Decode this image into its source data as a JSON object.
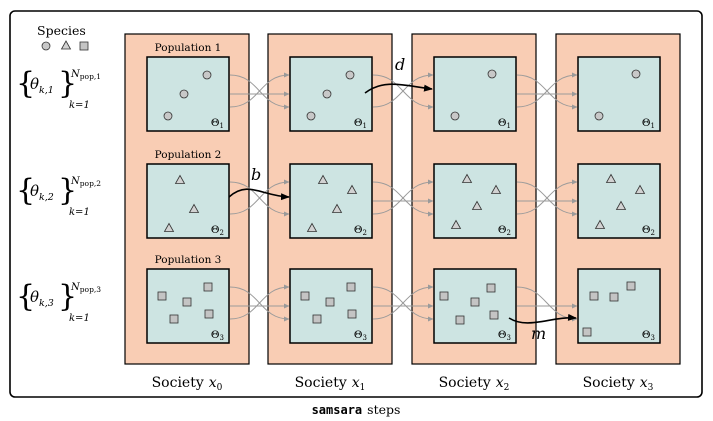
{
  "colors": {
    "society_fill": "#f9cdb4",
    "population_fill": "#cde4e2",
    "circle_fill": "#c8c8c8",
    "triangle_fill": "#d2d2d2",
    "square_fill": "#c4c4c4",
    "arrow_grey": "#9a9a9a",
    "arrow_black": "#000000"
  },
  "species": {
    "label": "Species",
    "markers": [
      "circle",
      "triangle",
      "square"
    ]
  },
  "parameters": [
    {
      "theta": "θ",
      "sub": "k,1",
      "sup": "N",
      "sup_sub": "pop,1",
      "bottom": "k=1"
    },
    {
      "theta": "θ",
      "sub": "k,2",
      "sup": "N",
      "sup_sub": "pop,2",
      "bottom": "k=1"
    },
    {
      "theta": "θ",
      "sub": "k,3",
      "sup": "N",
      "sup_sub": "pop,3",
      "bottom": "k=1"
    }
  ],
  "population_labels": [
    "Population 1",
    "Population 2",
    "Population 3"
  ],
  "box_params": [
    {
      "theta": "Θ",
      "sub": "1"
    },
    {
      "theta": "Θ",
      "sub": "2"
    },
    {
      "theta": "Θ",
      "sub": "3"
    }
  ],
  "societies": [
    {
      "label": "Society",
      "var": "x",
      "sub": "0"
    },
    {
      "label": "Society",
      "var": "x",
      "sub": "1"
    },
    {
      "label": "Society",
      "var": "x",
      "sub": "2"
    },
    {
      "label": "Society",
      "var": "x",
      "sub": "3"
    }
  ],
  "move_labels": {
    "birth": "b",
    "death": "d",
    "mutation": "m"
  },
  "footer": {
    "code": "samsara",
    "text": "steps"
  }
}
